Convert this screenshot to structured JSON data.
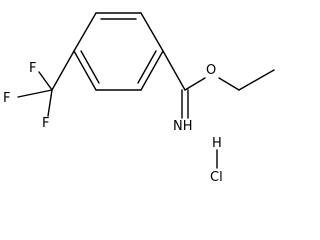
{
  "molecule": {
    "atoms": {
      "fluorine_top": "F",
      "fluorine_left": "F",
      "fluorine_bottom": "F",
      "ether_oxygen": "O",
      "imine_nitrogen": "NH",
      "hydrochloride_hydrogen": "H",
      "hydrochloride_chlorine": "Cl"
    }
  }
}
